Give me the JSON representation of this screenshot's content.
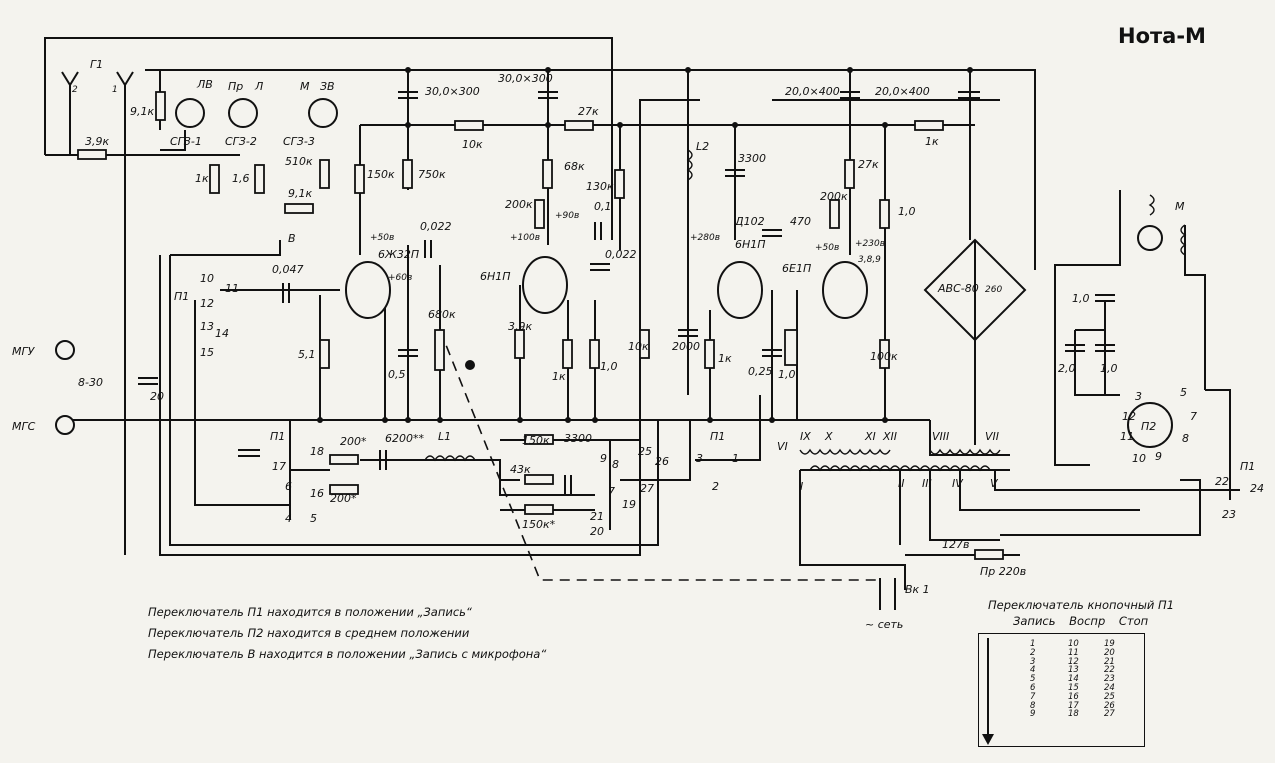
{
  "title": "Нота-М",
  "notes": [
    "Переключатель П1 находится в положении „Запись“",
    "Переключатель П2 находится в среднем положении",
    "Переключатель В находится в положении „Запись с микрофона“"
  ],
  "switch_table": {
    "title": "Переключатель кнопочный П1",
    "modes": [
      "Запись",
      "Воспр",
      "Стоп"
    ],
    "col1": [
      "1",
      "2",
      "3",
      "4",
      "5",
      "6",
      "7",
      "8",
      "9"
    ],
    "col2": [
      "10",
      "11",
      "12",
      "13",
      "14",
      "15",
      "16",
      "17",
      "18"
    ],
    "col3": [
      "19",
      "20",
      "21",
      "22",
      "23",
      "24",
      "25",
      "26",
      "27"
    ]
  },
  "labels": {
    "g1": "Г1",
    "ant2": "2",
    "ant1": "1",
    "r_39k": "3,9к",
    "r_91k": "9,1к",
    "lv": "ЛВ",
    "sgz1": "СГЗ-1",
    "pr": "Пр",
    "l_jack": "Л",
    "m_jack": "М",
    "zv": "ЗВ",
    "sgz2": "СГЗ-2",
    "sgz3": "СГЗ-3",
    "r_1k_a": "1к",
    "r_16": "1,6",
    "r_510k": "510к",
    "r_91k_b": "9,1к",
    "sw_v": "В",
    "c_30x300_a": "30,0×300",
    "c_30x300_b": "30,0×300",
    "r_10k": "10к",
    "r_27k_a": "27к",
    "r_150k_a": "150к",
    "r_750k": "750к",
    "v_50": "+50в",
    "tube1": "6Ж32П",
    "v_60": "+60в",
    "c_0022_a": "0,022",
    "c_0047": "0,047",
    "r_68k": "68к",
    "r_200k": "200к",
    "r_130k": "130к",
    "v_90": "+90в",
    "v_100": "+100в",
    "c_01": "0,1",
    "c_0022_b": "0,022",
    "tube2": "6Н1П",
    "l2": "L2",
    "c_3300_a": "3300",
    "d102": "Д102",
    "c_470": "470",
    "r_200k_b": "200к",
    "v_280": "+280в",
    "tube3": "6Н1П",
    "c_20x400_a": "20,0×400",
    "c_20x400_b": "20,0×400",
    "r_27k_b": "27к",
    "r_1k_b": "1к",
    "r_10": "1,0",
    "v_50b": "+50в",
    "v_230": "+230в",
    "tube4": "6Е1П",
    "pins389": "3,8,9",
    "bridge": "АВС-80",
    "bridge_v": "260",
    "p1_10": "10",
    "p1_11": "11",
    "p1_12": "12",
    "p1_13": "13",
    "p1_14": "14",
    "p1_15": "15",
    "p1": "П1",
    "mgu": "МГУ",
    "mgs": "МГС",
    "c_830": "8-30",
    "c_20": "20",
    "r_51": "5,1",
    "r_05": "0,5",
    "r_680k": "680к",
    "r_39k_b": "3,9к",
    "r_1k_c": "1к",
    "r_10_b": "1,0",
    "r_10k_b": "10к",
    "c_2000": "2000",
    "r_1k_d": "1к",
    "c_025": "0,25",
    "c_10": "1,0",
    "r_100k": "100к",
    "r_200_a": "200*",
    "r_200_b": "200*",
    "c_6200": "6200**",
    "l1": "L1",
    "r_150k_b": "150к",
    "c_3300_b": "3300",
    "r_43k": "43к",
    "r_150k_c": "150к*",
    "p1_17": "17",
    "p1_18": "18",
    "p1_6": "6",
    "p1_16": "16",
    "p1_4": "4",
    "p1_5": "5",
    "p1_9": "9",
    "p1_8": "8",
    "p1_7": "7",
    "p1_21": "21",
    "p1_20": "20",
    "p1_19": "19",
    "p1_25": "25",
    "p1_26": "26",
    "p1_27": "27",
    "p1_3": "3",
    "p1_1": "1",
    "p1_2": "2",
    "tr_I": "I",
    "tr_II": "II",
    "tr_III": "III",
    "tr_IV": "IV",
    "tr_V": "V",
    "tr_VI": "VI",
    "tr_VII": "VII",
    "tr_VIII": "VIII",
    "tr_IX": "IX",
    "tr_X": "X",
    "tr_XI": "XI",
    "tr_XII": "XII",
    "v_127": "127в",
    "fuse": "Пр 220в",
    "vk1": "Вк 1",
    "mains": "~ сеть",
    "motor": "М",
    "p2": "П2",
    "c_10_a": "1,0",
    "c_20_b": "2,0",
    "c_10_b": "1,0",
    "p2_3": "3",
    "p2_5": "5",
    "p2_7": "7",
    "p2_12": "12",
    "p2_11": "11",
    "p2_8": "8",
    "p2_10": "10",
    "p2_9": "9",
    "p1_22": "22",
    "p1_24": "24",
    "p1_23": "23"
  }
}
